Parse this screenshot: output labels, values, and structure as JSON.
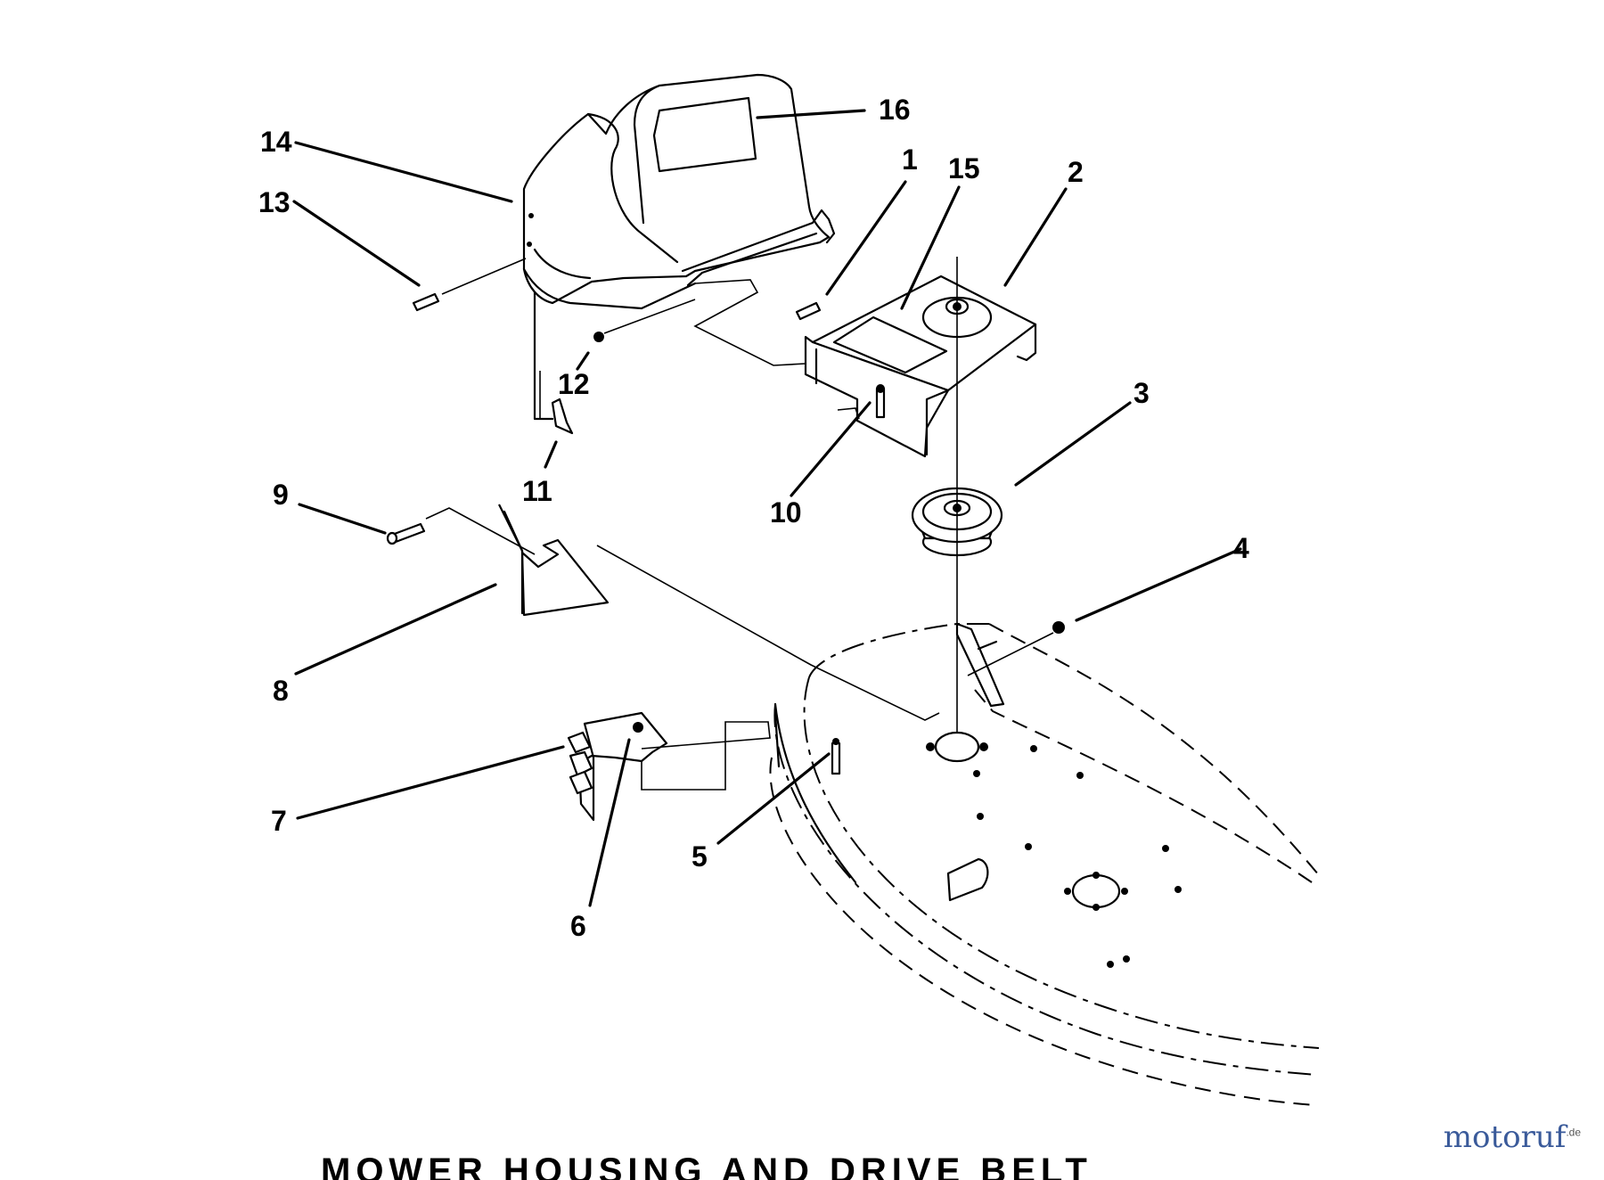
{
  "diagram": {
    "callouts": [
      {
        "id": "1",
        "label": "1"
      },
      {
        "id": "2",
        "label": "2"
      },
      {
        "id": "3",
        "label": "3"
      },
      {
        "id": "4",
        "label": "4"
      },
      {
        "id": "5",
        "label": "5"
      },
      {
        "id": "6",
        "label": "6"
      },
      {
        "id": "7",
        "label": "7"
      },
      {
        "id": "8",
        "label": "8"
      },
      {
        "id": "9",
        "label": "9"
      },
      {
        "id": "10",
        "label": "10"
      },
      {
        "id": "11",
        "label": "11"
      },
      {
        "id": "12",
        "label": "12"
      },
      {
        "id": "13",
        "label": "13"
      },
      {
        "id": "14",
        "label": "14"
      },
      {
        "id": "15",
        "label": "15"
      },
      {
        "id": "16",
        "label": "16"
      }
    ],
    "bottom_text": "MOWER HOUSING AND DRIVE BELT"
  },
  "watermark": {
    "text": "motoruf",
    "suffix": ".de",
    "color": "#3a5a9a"
  }
}
